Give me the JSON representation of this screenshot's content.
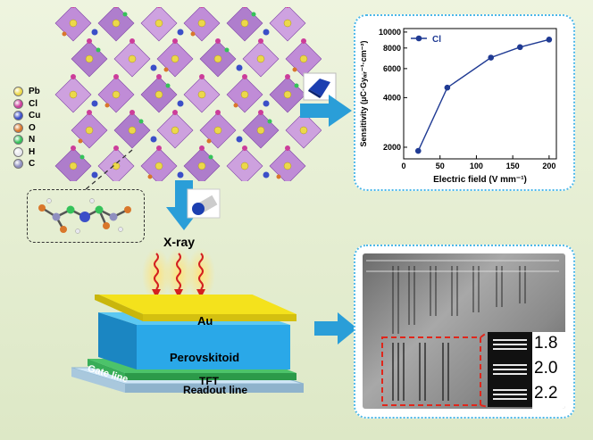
{
  "legend": {
    "items": [
      {
        "label": "Pb",
        "color": "#ecd84a"
      },
      {
        "label": "Cl",
        "color": "#cc3d9a"
      },
      {
        "label": "Cu",
        "color": "#3b4fc8"
      },
      {
        "label": "O",
        "color": "#d9772b"
      },
      {
        "label": "N",
        "color": "#35c25a"
      },
      {
        "label": "H",
        "color": "#e8e8ef"
      },
      {
        "label": "C",
        "color": "#8f8fc0"
      }
    ]
  },
  "xray": {
    "label": "X-ray"
  },
  "device": {
    "au": "Au",
    "perovskitoid": "Perovskitoid",
    "tft": "TFT",
    "gate_line": "Gate line",
    "readout_line": "Readout line"
  },
  "chart_data": {
    "type": "line",
    "title": "",
    "xlabel": "Electric field (V mm⁻¹)",
    "ylabel": "Sensitivity (μC·Gyₐᵢᵣ⁻¹·cm⁻²)",
    "y_scale": "log",
    "xlim": [
      0,
      210
    ],
    "ylim": [
      1700,
      10500
    ],
    "x_ticks": [
      "0",
      "50",
      "100",
      "150",
      "200"
    ],
    "y_ticks": [
      "2000",
      "4000",
      "6000",
      "8000",
      "10000"
    ],
    "legend_position": "top-left",
    "series": [
      {
        "name": "Cl",
        "x": [
          20,
          60,
          120,
          160,
          200
        ],
        "values": [
          1900,
          4600,
          7000,
          8100,
          9000
        ]
      }
    ]
  },
  "image_panel": {
    "labels": [
      "1.8",
      "2.0",
      "2.2"
    ]
  },
  "colors": {
    "panel_border": "#4db8e8",
    "arrow": "#2a9ed8",
    "series": "#1f3a93",
    "au": "#f4e21c",
    "perovskitoid": "#2aa8e8",
    "highlight": "#e0261b"
  }
}
